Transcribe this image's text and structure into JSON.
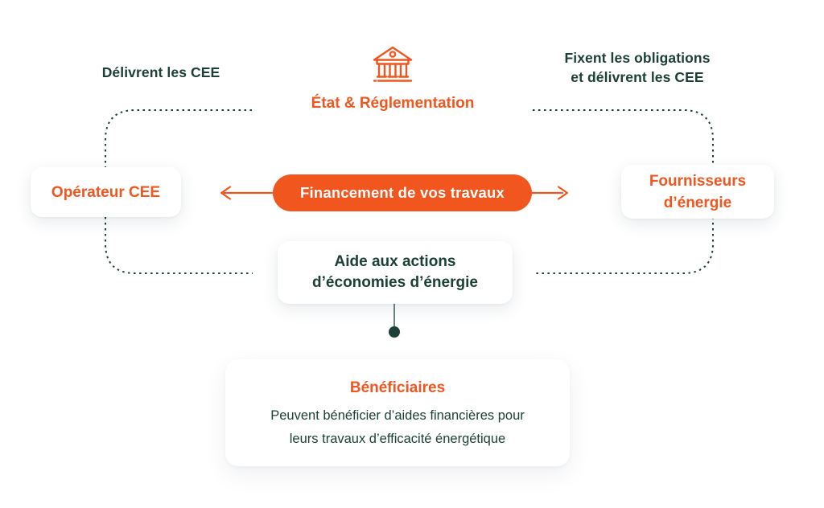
{
  "diagram": {
    "colors": {
      "accent_orange": "#F0561E",
      "dark_teal": "#1C4037",
      "connector_gray": "#6E8380",
      "card_bg": "#FFFFFF"
    },
    "top": {
      "left_label": "Délivrent les CEE",
      "state_label": "État & Réglementation",
      "state_icon": "bank-icon",
      "right_label_line1": "Fixent les obligations",
      "right_label_line2": "et délivrent les CEE"
    },
    "middle": {
      "operateur_card": "Opérateur CEE",
      "pill_label": "Financement de vos travaux",
      "fournisseurs_line1": "Fournisseurs",
      "fournisseurs_line2": "d’énergie",
      "aide_line1": "Aide aux actions",
      "aide_line2": "d’économies d’énergie"
    },
    "bottom": {
      "title": "Bénéficiaires",
      "body_line1": "Peuvent bénéficier d’aides financières pour",
      "body_line2": "leurs travaux d’efficacité énergétique"
    }
  }
}
